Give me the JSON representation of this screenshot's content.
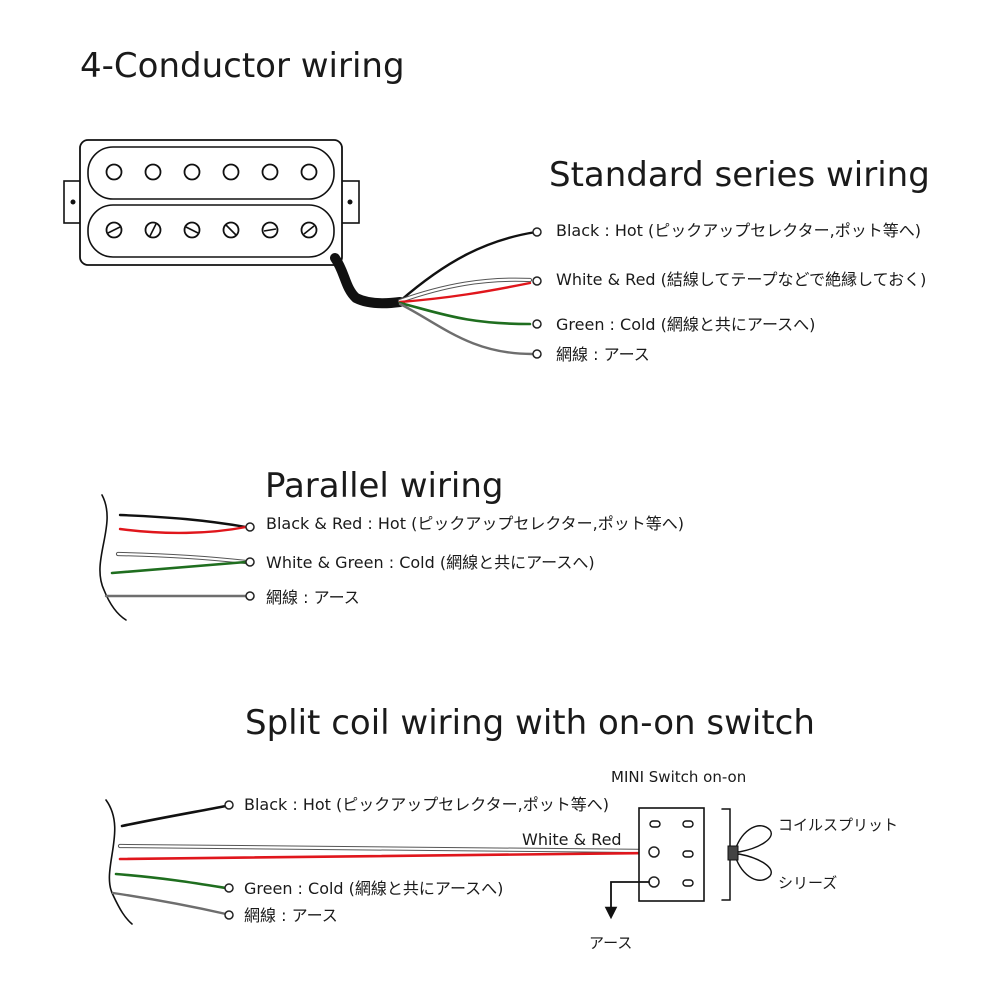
{
  "page_title": "4-Conductor wiring",
  "colors": {
    "black": "#111111",
    "white": "#d6d6d6",
    "red": "#e0161c",
    "green": "#1f6e1f",
    "shield": "#6e6e6e"
  },
  "standard": {
    "title": "Standard series wiring",
    "labels": {
      "black": "Black : Hot (ピックアップセレクター,ポット等へ)",
      "white_red": "White & Red (結線してテープなどで絶縁しておく)",
      "green": "Green : Cold (網線と共にアースへ)",
      "shield": "網線 : アース"
    }
  },
  "parallel": {
    "title": "Parallel wiring",
    "labels": {
      "black_red": "Black & Red : Hot (ピックアップセレクター,ポット等へ)",
      "white_green": "White & Green : Cold (網線と共にアースへ)",
      "shield": "網線 : アース"
    }
  },
  "split": {
    "title": "Split coil wiring with on-on switch",
    "labels": {
      "black": "Black : Hot (ピックアップセレクター,ポット等へ)",
      "white_red": "White & Red",
      "green": "Green : Cold (網線と共にアースへ)",
      "shield": "網線 : アース"
    },
    "switch_title": "MINI Switch on-on",
    "pos_split": "コイルスプリット",
    "pos_series": "シリーズ",
    "ground": "アース"
  }
}
